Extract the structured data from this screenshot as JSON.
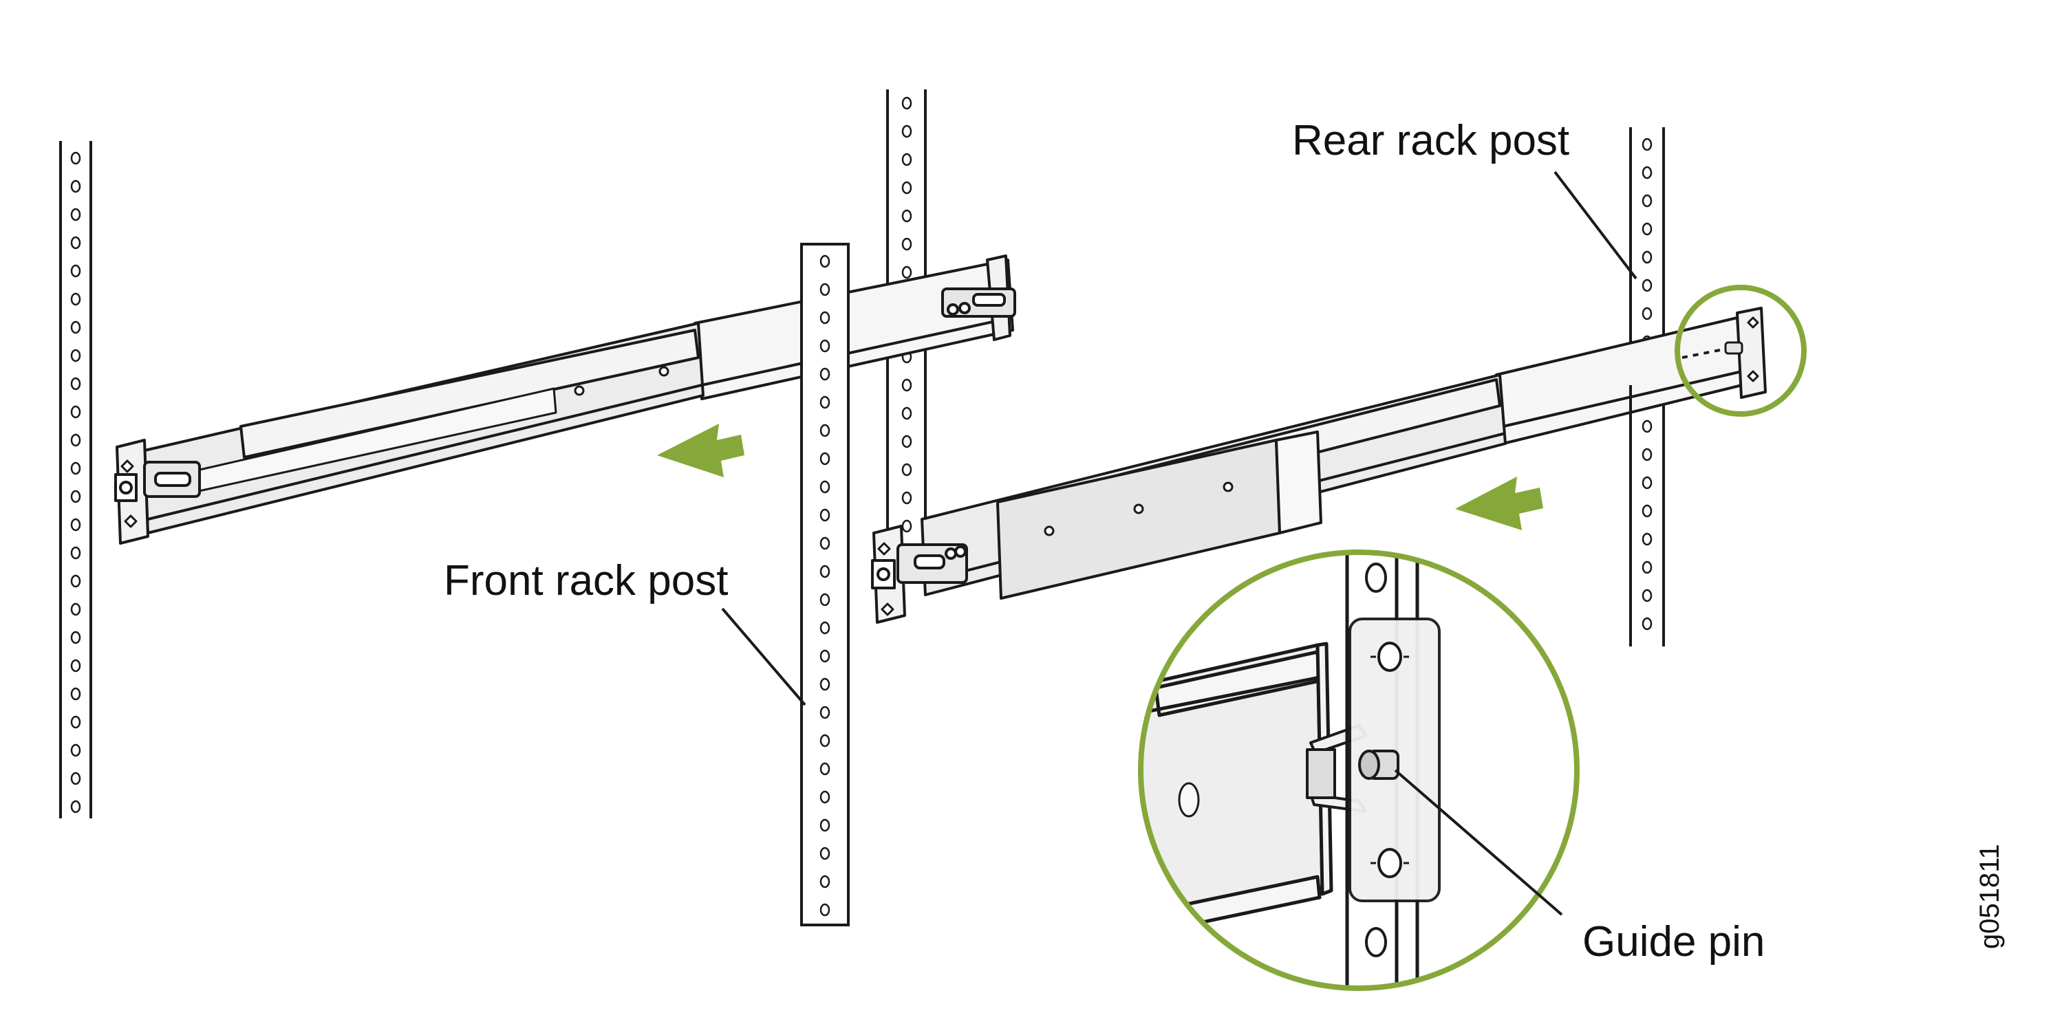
{
  "labels": {
    "rear_rack_post": "Rear rack post",
    "front_rack_post": "Front rack post",
    "guide_pin": "Guide pin",
    "figure_id": "g051811"
  },
  "colors": {
    "accent_green": "#86a83a",
    "line": "#1a1a1a",
    "rail_fill": "#ececec",
    "rail_fill_light": "#f6f6f6",
    "background": "#ffffff"
  },
  "icons": [
    "arrow-left-icon",
    "magnifier-circle-icon"
  ]
}
